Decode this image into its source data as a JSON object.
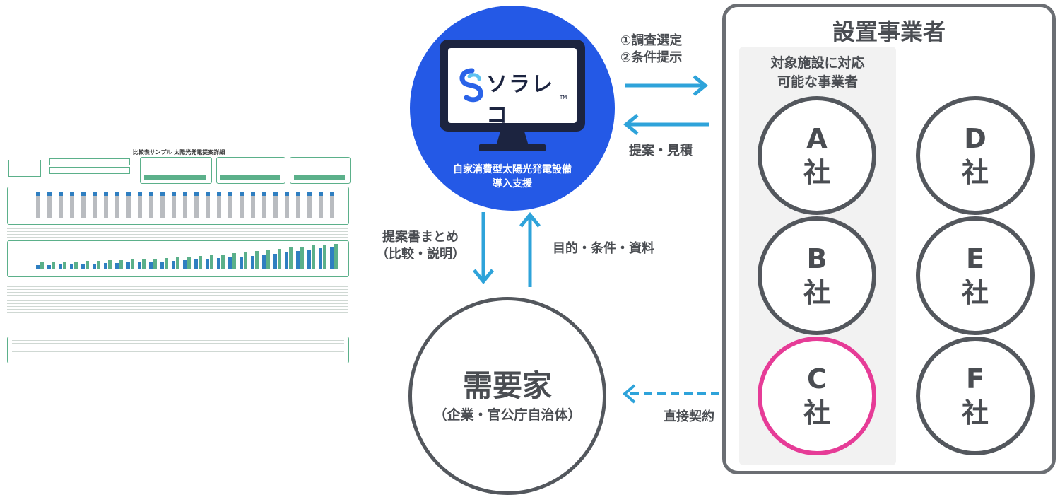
{
  "sample_sheet": {
    "title": "比較表サンプル 太陽光発電提案詳細"
  },
  "system": {
    "logo_text": "ソラレコ",
    "trademark": "TM",
    "caption_line1": "自家消費型太陽光発電設備",
    "caption_line2": "導入支援"
  },
  "customer": {
    "title": "需要家",
    "subtitle": "（企業・官公庁自治体）"
  },
  "providers": {
    "title": "設置事業者",
    "eligible_label_line1": "対象施設に対応",
    "eligible_label_line2": "可能な事業者",
    "companies": [
      {
        "letter": "A",
        "suffix": "社"
      },
      {
        "letter": "B",
        "suffix": "社"
      },
      {
        "letter": "C",
        "suffix": "社"
      },
      {
        "letter": "D",
        "suffix": "社"
      },
      {
        "letter": "E",
        "suffix": "社"
      },
      {
        "letter": "F",
        "suffix": "社"
      }
    ]
  },
  "flows": {
    "to_providers_line1": "①調査選定",
    "to_providers_line2": "②条件提示",
    "from_providers": "提案・見積",
    "to_customer_line1": "提案書まとめ",
    "to_customer_line2": "（比較・説明）",
    "from_customer": "目的・条件・資料",
    "direct_contract": "直接契約"
  },
  "colors": {
    "system_blue": "#2459e6",
    "arrow_blue": "#2ea3da",
    "highlight_pink": "#e63c97",
    "outline_gray": "#53575d"
  }
}
